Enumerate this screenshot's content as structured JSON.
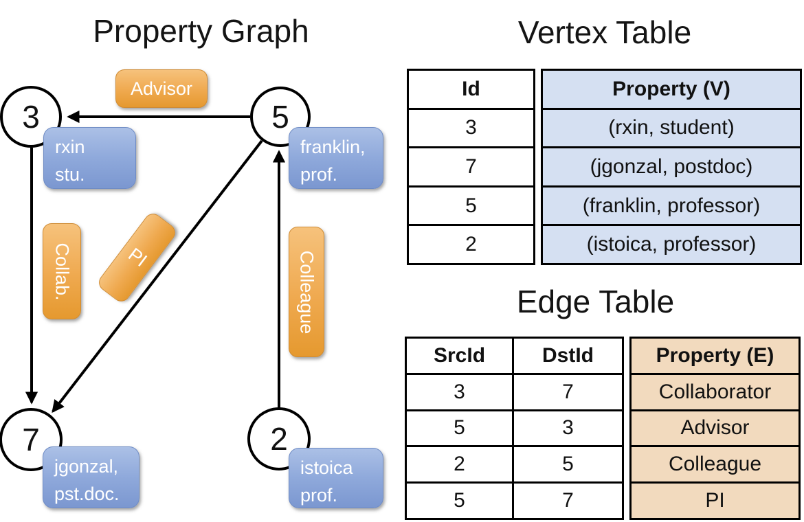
{
  "graph": {
    "title": "Property Graph",
    "nodes": [
      {
        "label": "3",
        "prop_lines": [
          "rxin",
          "stu."
        ]
      },
      {
        "label": "5",
        "prop_lines": [
          "franklin,",
          "prof."
        ]
      },
      {
        "label": "7",
        "prop_lines": [
          "jgonzal,",
          "pst.doc."
        ]
      },
      {
        "label": "2",
        "prop_lines": [
          "istoica",
          "prof."
        ]
      }
    ],
    "edge_labels": {
      "advisor": "Advisor",
      "collab": "Collab.",
      "pi": "PI",
      "colleague": "Colleague"
    }
  },
  "vertex_table": {
    "title": "Vertex Table",
    "headers": {
      "id": "Id",
      "property": "Property (V)"
    },
    "rows": [
      {
        "id": "3",
        "property": "(rxin, student)"
      },
      {
        "id": "7",
        "property": "(jgonzal, postdoc)"
      },
      {
        "id": "5",
        "property": "(franklin, professor)"
      },
      {
        "id": "2",
        "property": "(istoica, professor)"
      }
    ]
  },
  "edge_table": {
    "title": "Edge Table",
    "headers": {
      "src": "SrcId",
      "dst": "DstId",
      "property": "Property (E)"
    },
    "rows": [
      {
        "src": "3",
        "dst": "7",
        "property": "Collaborator"
      },
      {
        "src": "5",
        "dst": "3",
        "property": "Advisor"
      },
      {
        "src": "2",
        "dst": "5",
        "property": "Colleague"
      },
      {
        "src": "5",
        "dst": "7",
        "property": "PI"
      }
    ]
  },
  "colors": {
    "edge_label_orange": "#efa94f",
    "vertex_property_blue": "#8fa9db",
    "vertex_table_property_fill": "#d5e0f2",
    "edge_table_property_fill": "#f2dabe",
    "line_black": "#000000"
  }
}
